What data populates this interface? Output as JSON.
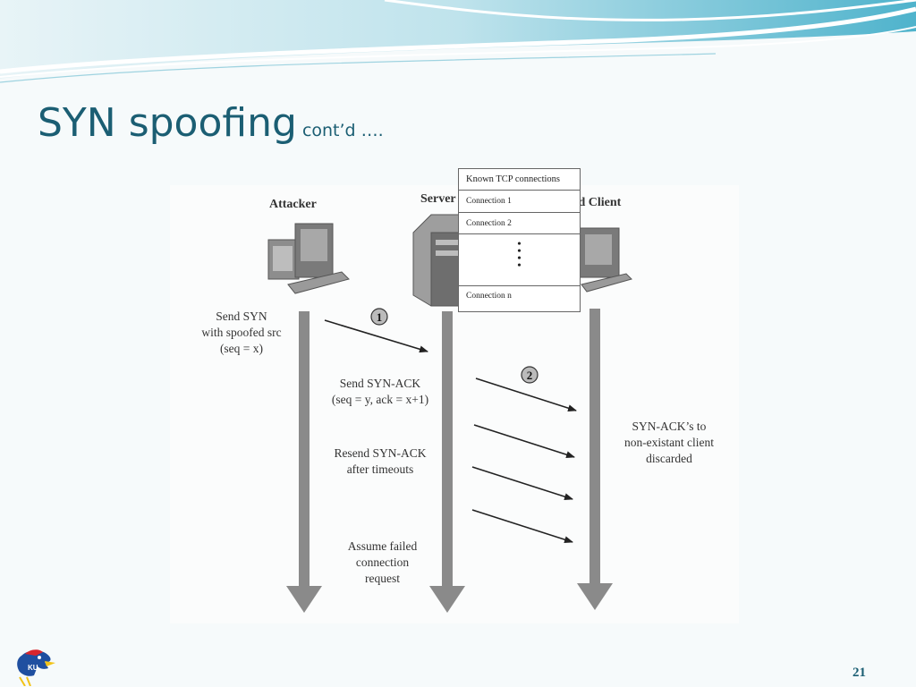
{
  "slide": {
    "title": "SYN spoofing",
    "subtitle": "cont’d ….",
    "page_number": "21"
  },
  "diagram": {
    "parties": {
      "attacker": "Attacker",
      "server": "Server",
      "client": "Spoofed Client"
    },
    "table": {
      "header": "Known TCP connections",
      "rows": [
        "Connection 1",
        "Connection 2",
        "Connection  n"
      ],
      "ellipsis": "•\n•\n•\n•"
    },
    "steps": [
      {
        "marker": "1",
        "label": "Send SYN\nwith spoofed src\n(seq = x)"
      },
      {
        "marker": "2",
        "label": "Send SYN-ACK\n(seq = y, ack = x+1)"
      }
    ],
    "labels": {
      "resend": "Resend SYN-ACK\nafter timeouts",
      "assume": "Assume failed\nconnection\nrequest",
      "discarded": "SYN-ACK’s to\nnon-existant client\ndiscarded"
    }
  },
  "logo": {
    "icon": "jayhawk-logo",
    "text": "KU"
  },
  "colors": {
    "title": "#1b5e73",
    "accent_wave": "#4fb3cc",
    "arrow_gray": "#8a8a8a"
  }
}
